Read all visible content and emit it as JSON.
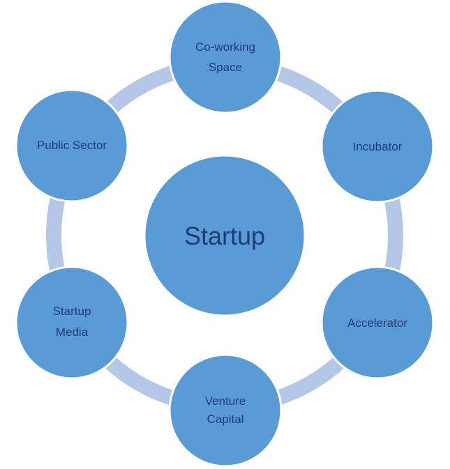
{
  "colors": {
    "node_fill": "#5b9bd5",
    "ring_color": "#b4c7e7",
    "text_color": "#1f3a78"
  },
  "center": {
    "label": "Startup"
  },
  "nodes": [
    {
      "id": "coworking",
      "lines": [
        "Co-working",
        "Space"
      ]
    },
    {
      "id": "incubator",
      "lines": [
        "Incubator"
      ]
    },
    {
      "id": "accelerator",
      "lines": [
        "Accelerator"
      ]
    },
    {
      "id": "venture-capital",
      "lines": [
        "Venture",
        "Capital"
      ]
    },
    {
      "id": "startup-media",
      "lines": [
        "Startup",
        "Media"
      ]
    },
    {
      "id": "public-sector",
      "lines": [
        "Public Sector"
      ]
    }
  ]
}
